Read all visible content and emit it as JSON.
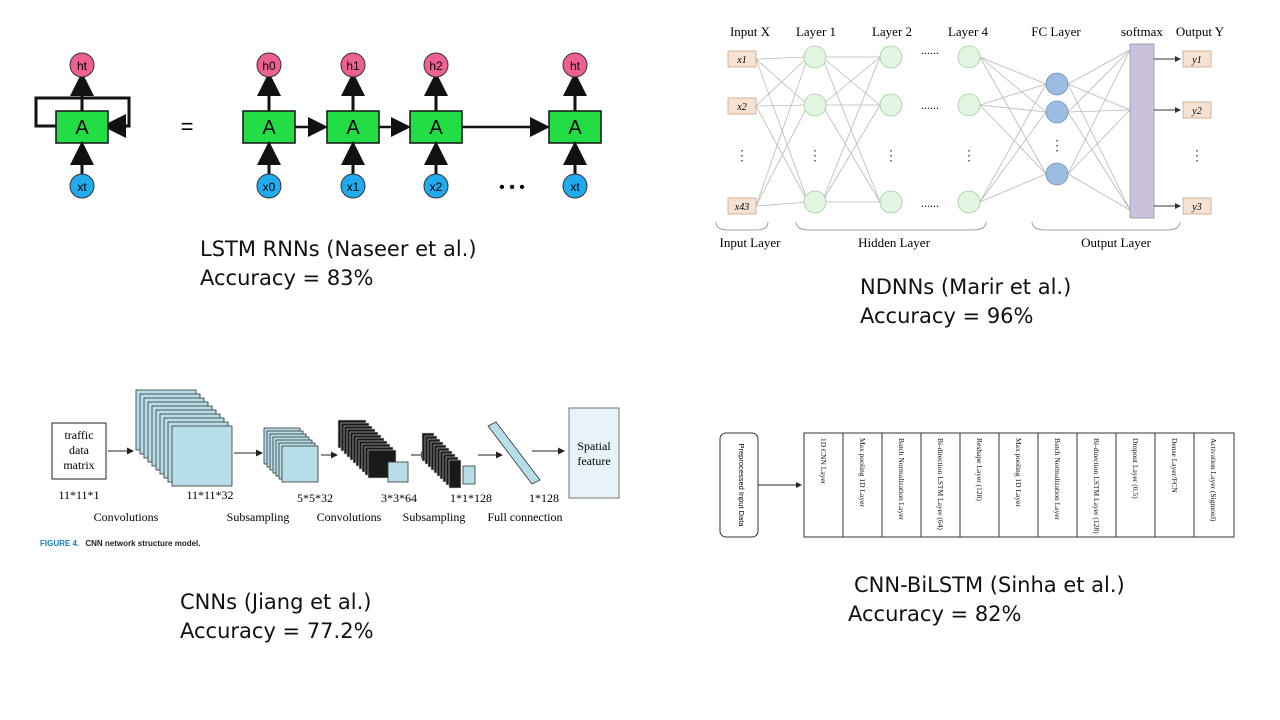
{
  "lstm": {
    "caption_title": "LSTM RNNs (Naseer et al.)",
    "caption_accuracy": "Accuracy = 83%",
    "cell_label": "A",
    "equals": "=",
    "dots": "• • •",
    "h_labels": [
      "ht",
      "h0",
      "h1",
      "h2",
      "ht"
    ],
    "x_labels": [
      "xt",
      "x0",
      "x1",
      "x2",
      "xt"
    ],
    "colors": {
      "cell": "#22dd44",
      "h": "#ee5f93",
      "x": "#22aaee"
    }
  },
  "ndnn": {
    "caption_title": "NDNNs (Marir et al.)",
    "caption_accuracy": "Accuracy = 96%",
    "headers": [
      "Input X",
      "Layer 1",
      "Layer 2",
      "Layer 4",
      "FC Layer",
      "softmax",
      "Output Y"
    ],
    "inputs": [
      "x1",
      "x2",
      "x43"
    ],
    "outputs": [
      "y1",
      "y2",
      "y3"
    ],
    "group_labels": [
      "Input Layer",
      "Hidden Layer",
      "Output Layer"
    ],
    "ellipsis": "......",
    "colors": {
      "hidden": "#e3f6e3",
      "fc": "#9dbde0",
      "softmax": "#c9c2d8",
      "box": "#f6e2d2"
    }
  },
  "cnn": {
    "caption_title": "CNNs (Jiang et al.)",
    "caption_accuracy": "Accuracy = 77.2%",
    "input_box": [
      "traffic",
      "data",
      "matrix"
    ],
    "output_box": [
      "Spatial",
      "feature"
    ],
    "dims": [
      "11*11*1",
      "11*11*32",
      "5*5*32",
      "3*3*64",
      "1*1*128",
      "1*128"
    ],
    "stages": [
      "Convolutions",
      "Subsampling",
      "Convolutions",
      "Subsampling",
      "Full connection"
    ],
    "figure_caption_prefix": "FIGURE 4.",
    "figure_caption_text": "CNN network structure model.",
    "colors": {
      "fill": "#b7dde8",
      "dark": "#1a1a1a",
      "figure": "#1a7fc0"
    }
  },
  "cnnbilstm": {
    "caption_title": "CNN-BiLSTM (Sinha et al.)",
    "caption_accuracy": "Accuracy = 82%",
    "input_label": "Preprocessed Input Data",
    "layers": [
      "1D CNN Layer",
      "Max pooling 1D Layer",
      "Batch Normalization Layer",
      "Bi-direction LSTM Layer (64)",
      "Reshape Layer (128)",
      "Max pooling 1D Layer",
      "Batch Normalization Layer",
      "Bi-direction LSTM Layer (128)",
      "Dropout Layer (0.5)",
      "Dense Layer/FCN",
      "Activation Layer (Sigmoid)"
    ]
  }
}
